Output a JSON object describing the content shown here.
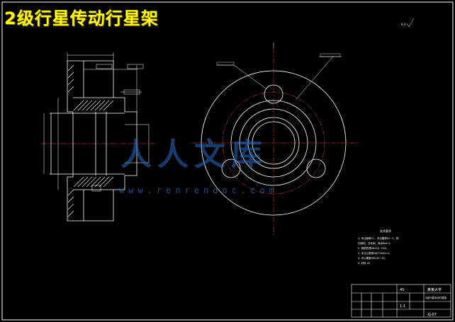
{
  "title": "2级行星传动行星架",
  "watermark": {
    "text": "人人文库",
    "url": "www.renrendoc.com"
  },
  "roughness_mark": "6.3",
  "tech_requirements": {
    "heading": "技术要求",
    "items": [
      "1. 未注倒角C1，未注圆角R1~2，锐",
      "边倒钝，去毛刺，其余Ra6.3。",
      "2. 调质处理HB220~250。",
      "3. 未注公差按GB/T1804-m。",
      "4. 淬火硬度HRC40~45。",
      "5. 材料 45"
    ]
  },
  "title_block": {
    "school": "某某大学",
    "drawing_name": "2级行星传动行星架",
    "drawing_no": "XJ-07",
    "material": "45",
    "scale": "1:1"
  },
  "colors": {
    "background": "#000000",
    "line": "#ffffff",
    "center_line": "#ff4040",
    "title_text": "#ffff00",
    "watermark": "#2a6ec8"
  }
}
